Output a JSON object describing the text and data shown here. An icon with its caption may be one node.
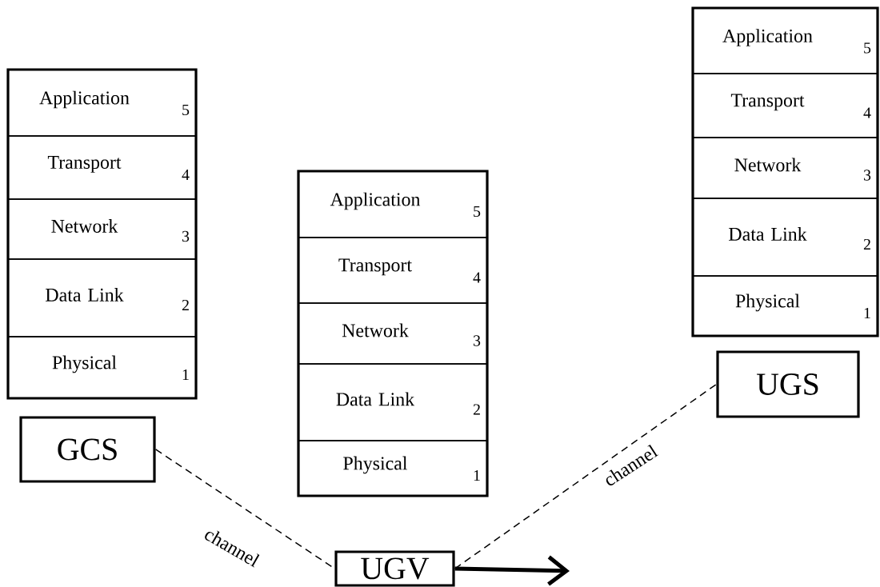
{
  "diagram": {
    "nodes": [
      {
        "text": [],
        "shape": "box"
      },
      {
        "text": [
          "Application",
          "5"
        ],
        "in": 0
      },
      {
        "text": [
          "Transport",
          "4"
        ],
        "in": 0
      },
      {
        "text": [
          "Network",
          "3"
        ],
        "in": 0
      },
      {
        "text": [
          "Data Link",
          "2"
        ],
        "in": 0
      },
      {
        "text": [
          "Physical",
          "1"
        ],
        "in": 0
      },
      {
        "text": [],
        "shape": "box"
      },
      {
        "text": [
          "Application",
          "5"
        ],
        "in": 6
      },
      {
        "text": [
          "Transport",
          "4"
        ],
        "in": 6
      },
      {
        "text": [
          "Network",
          "3"
        ],
        "in": 6
      },
      {
        "text": [
          "Data Link",
          "2"
        ],
        "in": 6
      },
      {
        "text": [
          "Physical",
          "1"
        ],
        "in": 6
      },
      {
        "text": [],
        "shape": "box"
      },
      {
        "text": [
          "Application",
          "5"
        ],
        "in": 12
      },
      {
        "text": [
          "Transport",
          "4"
        ],
        "in": 12
      },
      {
        "text": [
          "Network",
          "3"
        ],
        "in": 12
      },
      {
        "text": [
          "Data Link",
          "2"
        ],
        "in": 12
      },
      {
        "text": [
          "Physical",
          "1"
        ],
        "in": 12
      },
      {
        "text": [
          "GCS"
        ]
      },
      {
        "text": [
          "UGV"
        ]
      },
      {
        "text": [
          "UGS"
        ]
      }
    ],
    "edges": [
      {
        "from": 18,
        "to": 19,
        "arrow": "none",
        "style": "dashed",
        "label": "channel"
      },
      {
        "from": 19,
        "to": 20,
        "arrow": "none",
        "style": "dashed",
        "label": "channel"
      },
      {
        "from": 19,
        "to": null,
        "arrow": "to",
        "style": "thick"
      }
    ]
  }
}
